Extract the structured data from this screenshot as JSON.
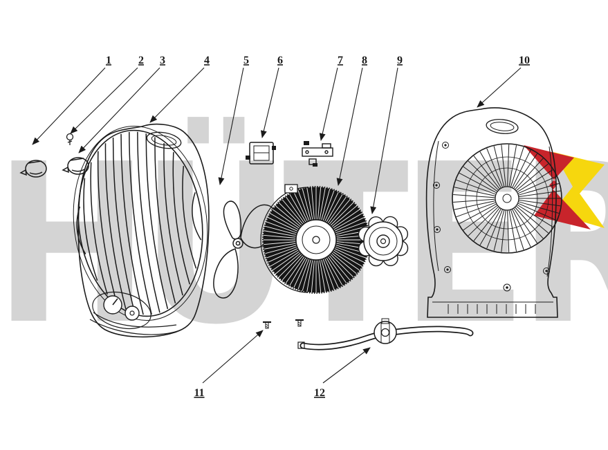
{
  "diagram": {
    "watermark": "HÜTER",
    "colors": {
      "line": "#1b1b1b",
      "watermark": "#d4d4d4",
      "logo_red": "#c8242b",
      "logo_yellow": "#f6d70e"
    }
  },
  "labels": [
    {
      "text": "1"
    },
    {
      "text": "2"
    },
    {
      "text": "3"
    },
    {
      "text": "4"
    },
    {
      "text": "5"
    },
    {
      "text": "6"
    },
    {
      "text": "7"
    },
    {
      "text": "8"
    },
    {
      "text": "9"
    },
    {
      "text": "10"
    },
    {
      "text": "11"
    },
    {
      "text": "12"
    }
  ]
}
